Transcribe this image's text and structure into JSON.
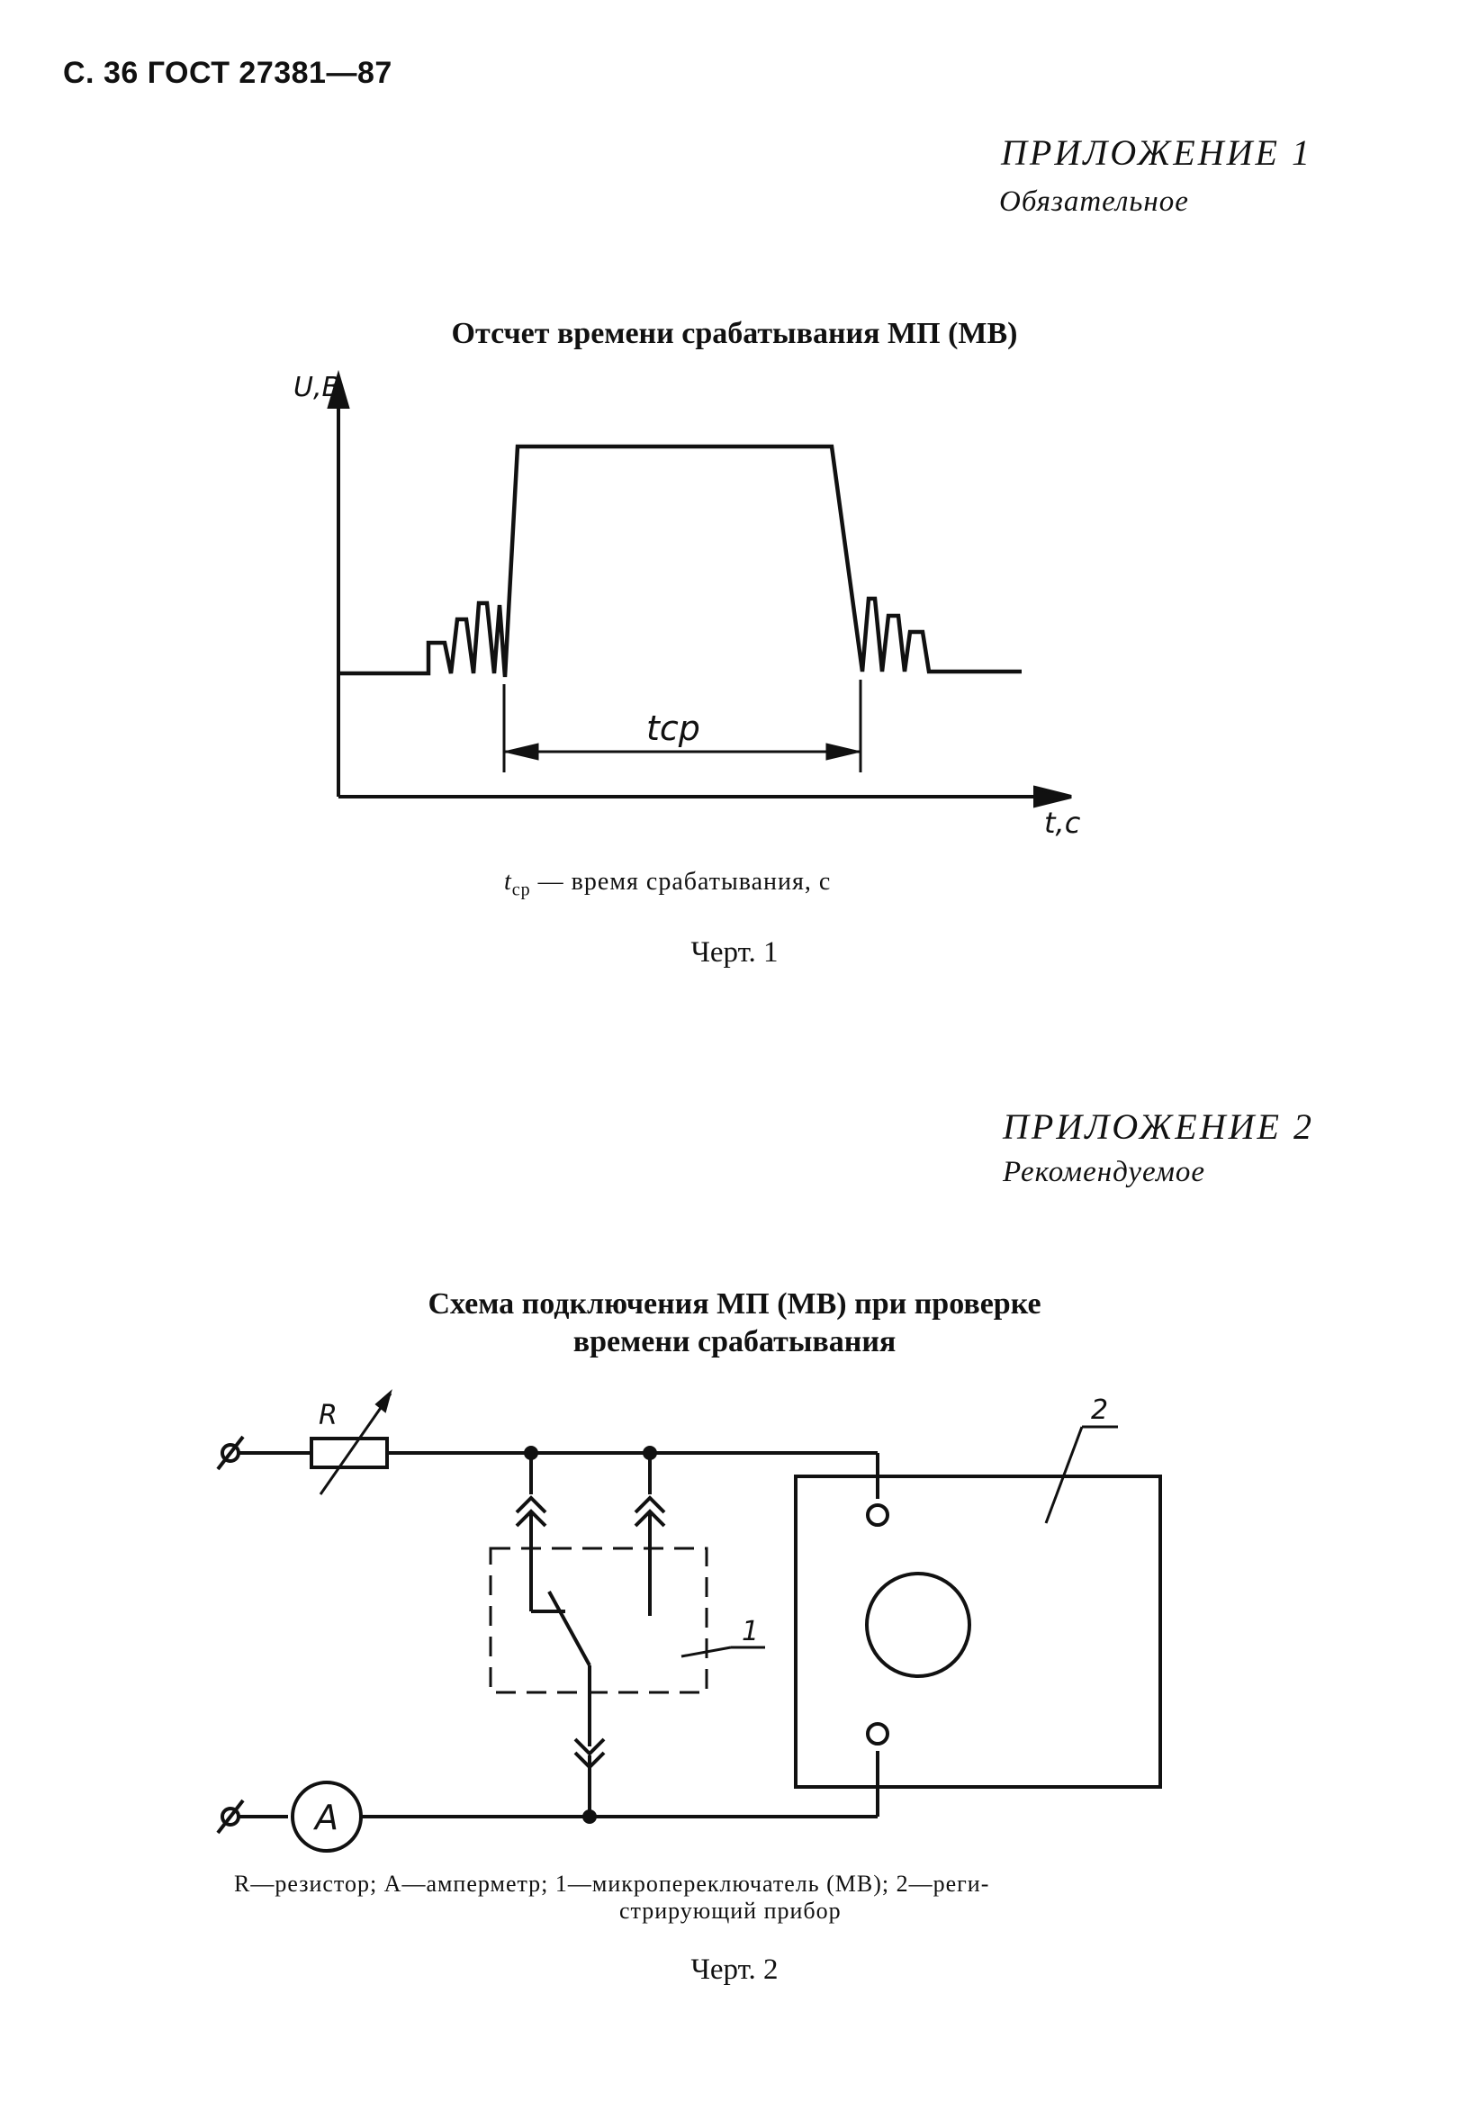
{
  "header": {
    "page_ref": "С. 36 ГОСТ 27381—87"
  },
  "appendix1": {
    "title": "ПРИЛОЖЕНИЕ 1",
    "status": "Обязательное",
    "figure_title": "Отсчет времени срабатывания МП (МВ)",
    "y_axis_label": "U,B",
    "x_axis_label": "t,c",
    "interval_label": "tср",
    "legend_symbol": "t",
    "legend_subscript": "ср",
    "legend_text": " — время срабатывания, с",
    "figure_label": "Черт. 1"
  },
  "appendix2": {
    "title": "ПРИЛОЖЕНИЕ 2",
    "status": "Рекомендуемое",
    "figure_title_line1": "Схема подключения МП (МВ) при проверке",
    "figure_title_line2": "времени срабатывания",
    "resistor_label": "R",
    "ammeter_label": "A",
    "switch_callout": "1",
    "device_callout": "2",
    "legend_line1": "R—резистор; A—амперметр; 1—микропереключатель  (МВ); 2—реги-",
    "legend_line2": "стрирующий прибор",
    "figure_label": "Черт. 2"
  }
}
